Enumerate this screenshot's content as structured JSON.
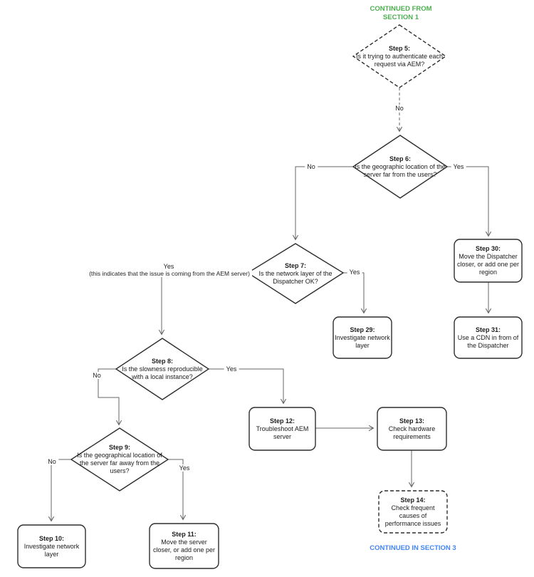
{
  "page": {
    "continued_from": "CONTINUED FROM\nSECTION 1",
    "continued_in": "CONTINUED IN SECTION 3"
  },
  "colors": {
    "section_from_green": "#4caf50",
    "section_in_blue": "#4285f4",
    "shape_stroke": "#2d2d2d",
    "connector_gray": "#666666"
  },
  "nodes": {
    "step5": {
      "type": "decision",
      "border": "dashed",
      "title": "Step 5:",
      "text": "Is it trying to authenticate each request via AEM?"
    },
    "step6": {
      "type": "decision",
      "border": "solid",
      "title": "Step 6:",
      "text": "Is the geographic location of the server far from the users?"
    },
    "step7": {
      "type": "decision",
      "border": "solid",
      "title": "Step 7:",
      "text": "Is the network layer of the Dispatcher OK?"
    },
    "step8": {
      "type": "decision",
      "border": "solid",
      "title": "Step 8:",
      "text": "Is the slowness reproducible with a local instance?"
    },
    "step9": {
      "type": "decision",
      "border": "solid",
      "title": "Step 9:",
      "text": "Is the geographical location of the server far away from the users?"
    },
    "step10": {
      "type": "process",
      "border": "solid",
      "title": "Step 10:",
      "text": "Investigate network layer"
    },
    "step11": {
      "type": "process",
      "border": "solid",
      "title": "Step 11:",
      "text": "Move the server closer, or add one per region"
    },
    "step12": {
      "type": "process",
      "border": "solid",
      "title": "Step 12:",
      "text": "Troubleshoot AEM server"
    },
    "step13": {
      "type": "process",
      "border": "solid",
      "title": "Step 13:",
      "text": "Check hardware requirements"
    },
    "step14": {
      "type": "process",
      "border": "dashed",
      "title": "Step 14:",
      "text": "Check frequent causes of performance issues"
    },
    "step29": {
      "type": "process",
      "border": "solid",
      "title": "Step 29:",
      "text": "Investigate network layer"
    },
    "step30": {
      "type": "process",
      "border": "solid",
      "title": "Step 30:",
      "text": "Move the Dispatcher closer, or add one per region"
    },
    "step31": {
      "type": "process",
      "border": "solid",
      "title": "Step 31:",
      "text": "Use a CDN in from of the Dispatcher"
    }
  },
  "edges": {
    "step5_to_step6_label": "No",
    "step6_to_step7_label": "No",
    "step6_to_step30_label": "Yes",
    "step7_to_step29_label": "Yes",
    "step7_to_step8_label": "Yes",
    "step7_to_step8_note": "(this indicates that the issue is coming from the AEM server)",
    "step8_to_step9_label": "No",
    "step8_to_step12_label": "Yes",
    "step9_to_step10_label": "No",
    "step9_to_step11_label": "Yes"
  }
}
